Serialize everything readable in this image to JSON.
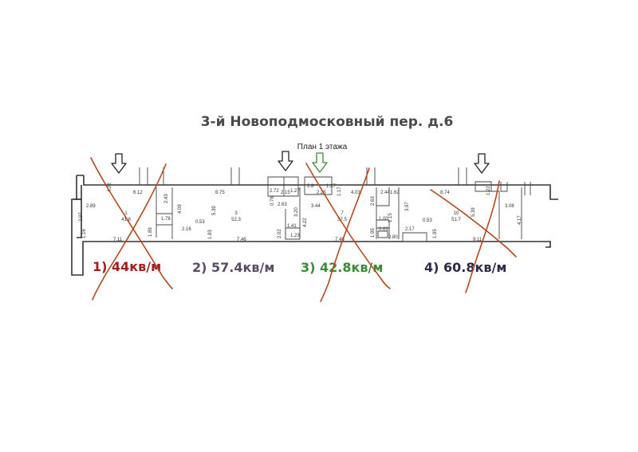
{
  "plan": {
    "title": "3-й Новоподмосковный пер. д.6",
    "subtitle": "План 1 этажа"
  },
  "units": [
    {
      "label": "1) 44кв/м",
      "color": "#a31f1f",
      "crossed": true
    },
    {
      "label": "2) 57.4кв/м",
      "color": "#5b4b64",
      "crossed": false
    },
    {
      "label": "3) 42.8кв/м",
      "color": "#3c8a36",
      "crossed": true
    },
    {
      "label": "4) 60.8кв/м",
      "color": "#2c2a48",
      "crossed": true
    }
  ],
  "cross_color": "#b5481c",
  "rooms": [
    {
      "number": "1",
      "area": "41.8"
    },
    {
      "number": "3",
      "area": "52.3"
    },
    {
      "number": "7",
      "area": "37.5"
    },
    {
      "number": "10",
      "area": "51.7"
    }
  ],
  "dimensions": [
    "2.89",
    "4.22",
    "6.12",
    "2.43",
    "2.97",
    "7.11",
    "1.89",
    "1.78",
    "1.16",
    "8.75",
    "4.09",
    "5.39",
    "0.53",
    "2.16",
    "1.83",
    "7.46",
    "0.78",
    "2.72",
    "2.15",
    "1.27",
    "2.63",
    "3.20",
    "1.41",
    "2.02",
    "1.23",
    "2.8",
    "2.25",
    "1.27",
    "1.17",
    "4.03",
    "3.44",
    "4.22",
    "7.46",
    "1.95",
    "2.63",
    "2.44",
    "1.62",
    "1.00",
    "1.15",
    "0.63",
    "2.80",
    "8.74",
    "3.97",
    "0.53",
    "2.17",
    "1.95",
    "5.39",
    "1.22",
    "3.08",
    "4.17",
    "9.11"
  ]
}
